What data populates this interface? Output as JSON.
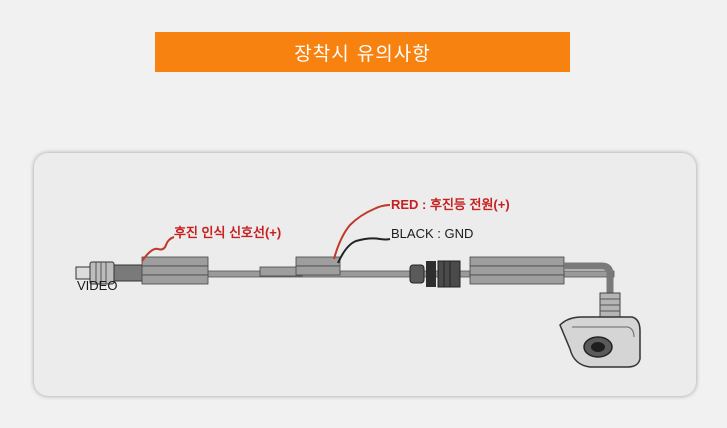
{
  "header": {
    "title": "장착시 유의사항"
  },
  "diagram": {
    "video_label": "VIDEO",
    "reverse_signal_label": "후진 인식 신호선(+)",
    "red_wire_label": "RED : 후진등 전원(+)",
    "black_wire_label": "BLACK : GND"
  },
  "colors": {
    "header_bg": "#f7820f",
    "header_text": "#ffffff",
    "page_bg": "#f1f1f1",
    "card_bg": "#ececec",
    "red_label": "#c62020",
    "dark_label": "#1b1b1b",
    "red_wire": "#c0392b",
    "black_wire": "#222222"
  }
}
